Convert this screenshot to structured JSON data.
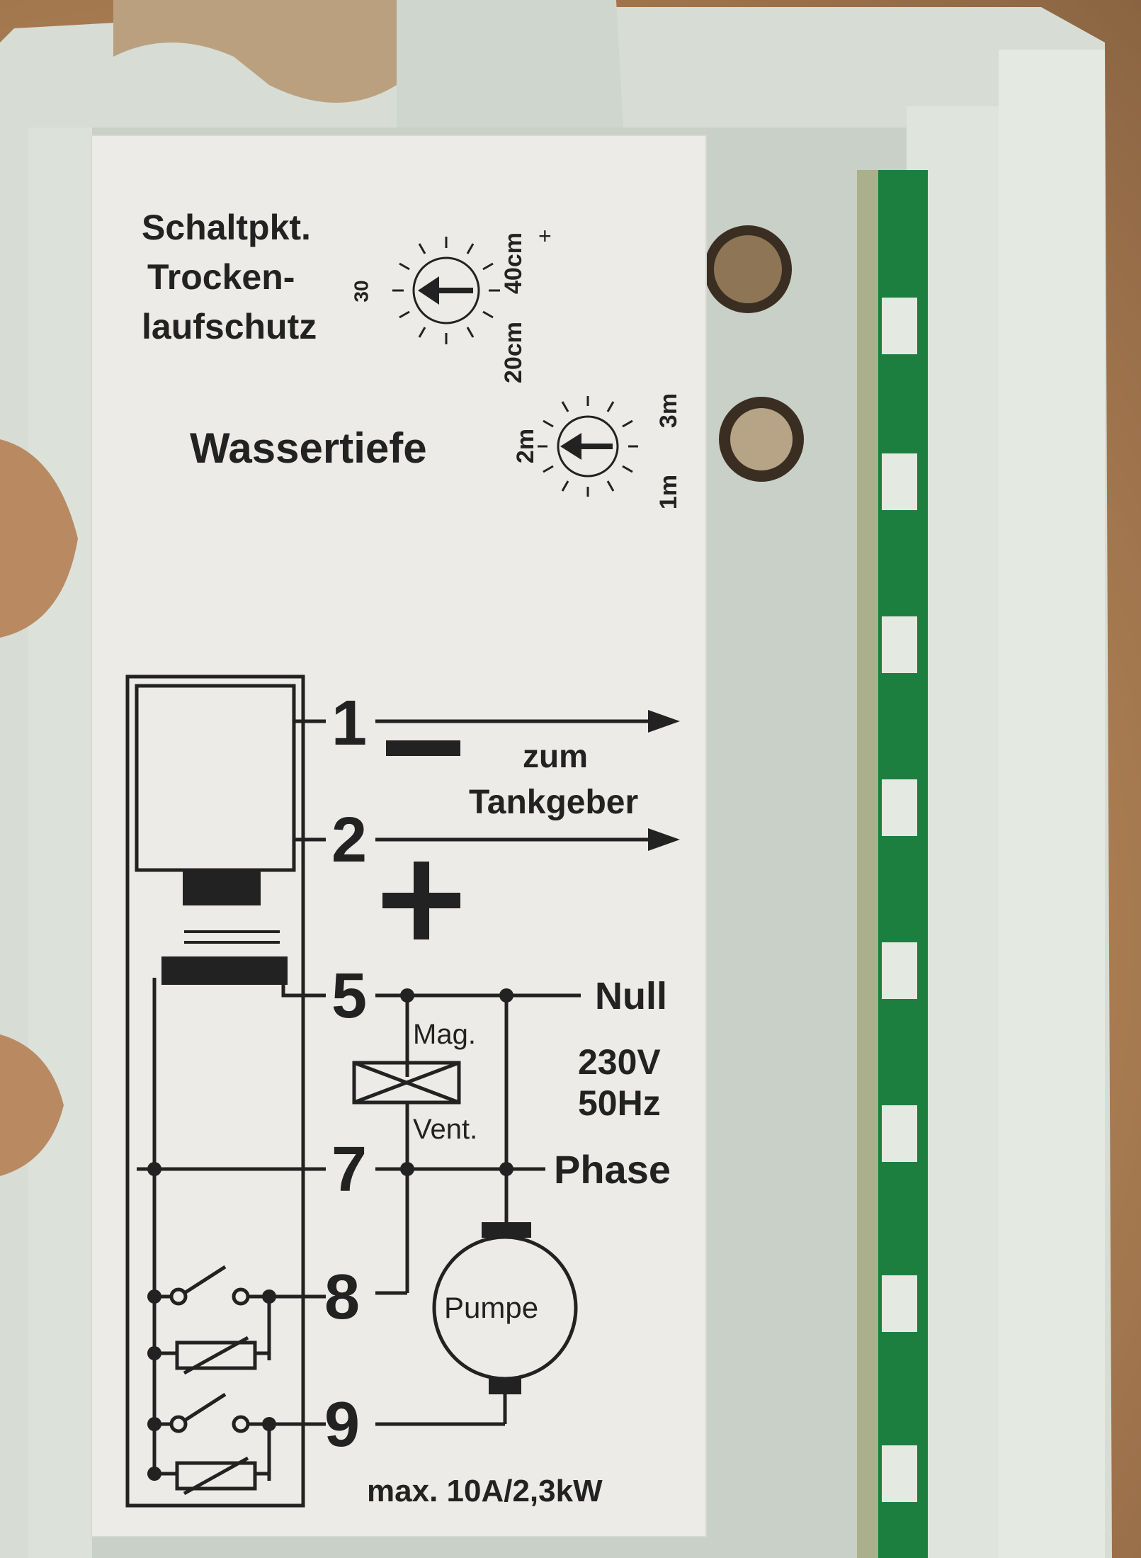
{
  "dry_run": {
    "title_lines": [
      "Schaltpkt.",
      "Trocken-",
      "laufschutz"
    ],
    "dial_labels": {
      "left": "30",
      "top_right": "40cm",
      "bottom": "20cm",
      "plus": "+"
    }
  },
  "water_depth": {
    "title": "Wassertiefe",
    "dial_labels": {
      "left": "2m",
      "right": "3m",
      "bottom": "1m"
    }
  },
  "terminals": [
    "1",
    "2",
    "5",
    "7",
    "8",
    "9"
  ],
  "signs": {
    "minus": "−",
    "plus": "+"
  },
  "tank_sender": {
    "line1": "zum",
    "line2": "Tankgeber"
  },
  "supply": {
    "null": "Null",
    "voltage": "230V",
    "frequency": "50Hz",
    "phase": "Phase"
  },
  "valve": {
    "line1": "Mag.",
    "line2": "Vent."
  },
  "pump": "Pumpe",
  "rating": "max. 10A/2,3kW",
  "colors": {
    "label": "#ecebe7",
    "housing": "#d4dbd3",
    "pcb": "#1f8a45",
    "ink": "#222222"
  }
}
